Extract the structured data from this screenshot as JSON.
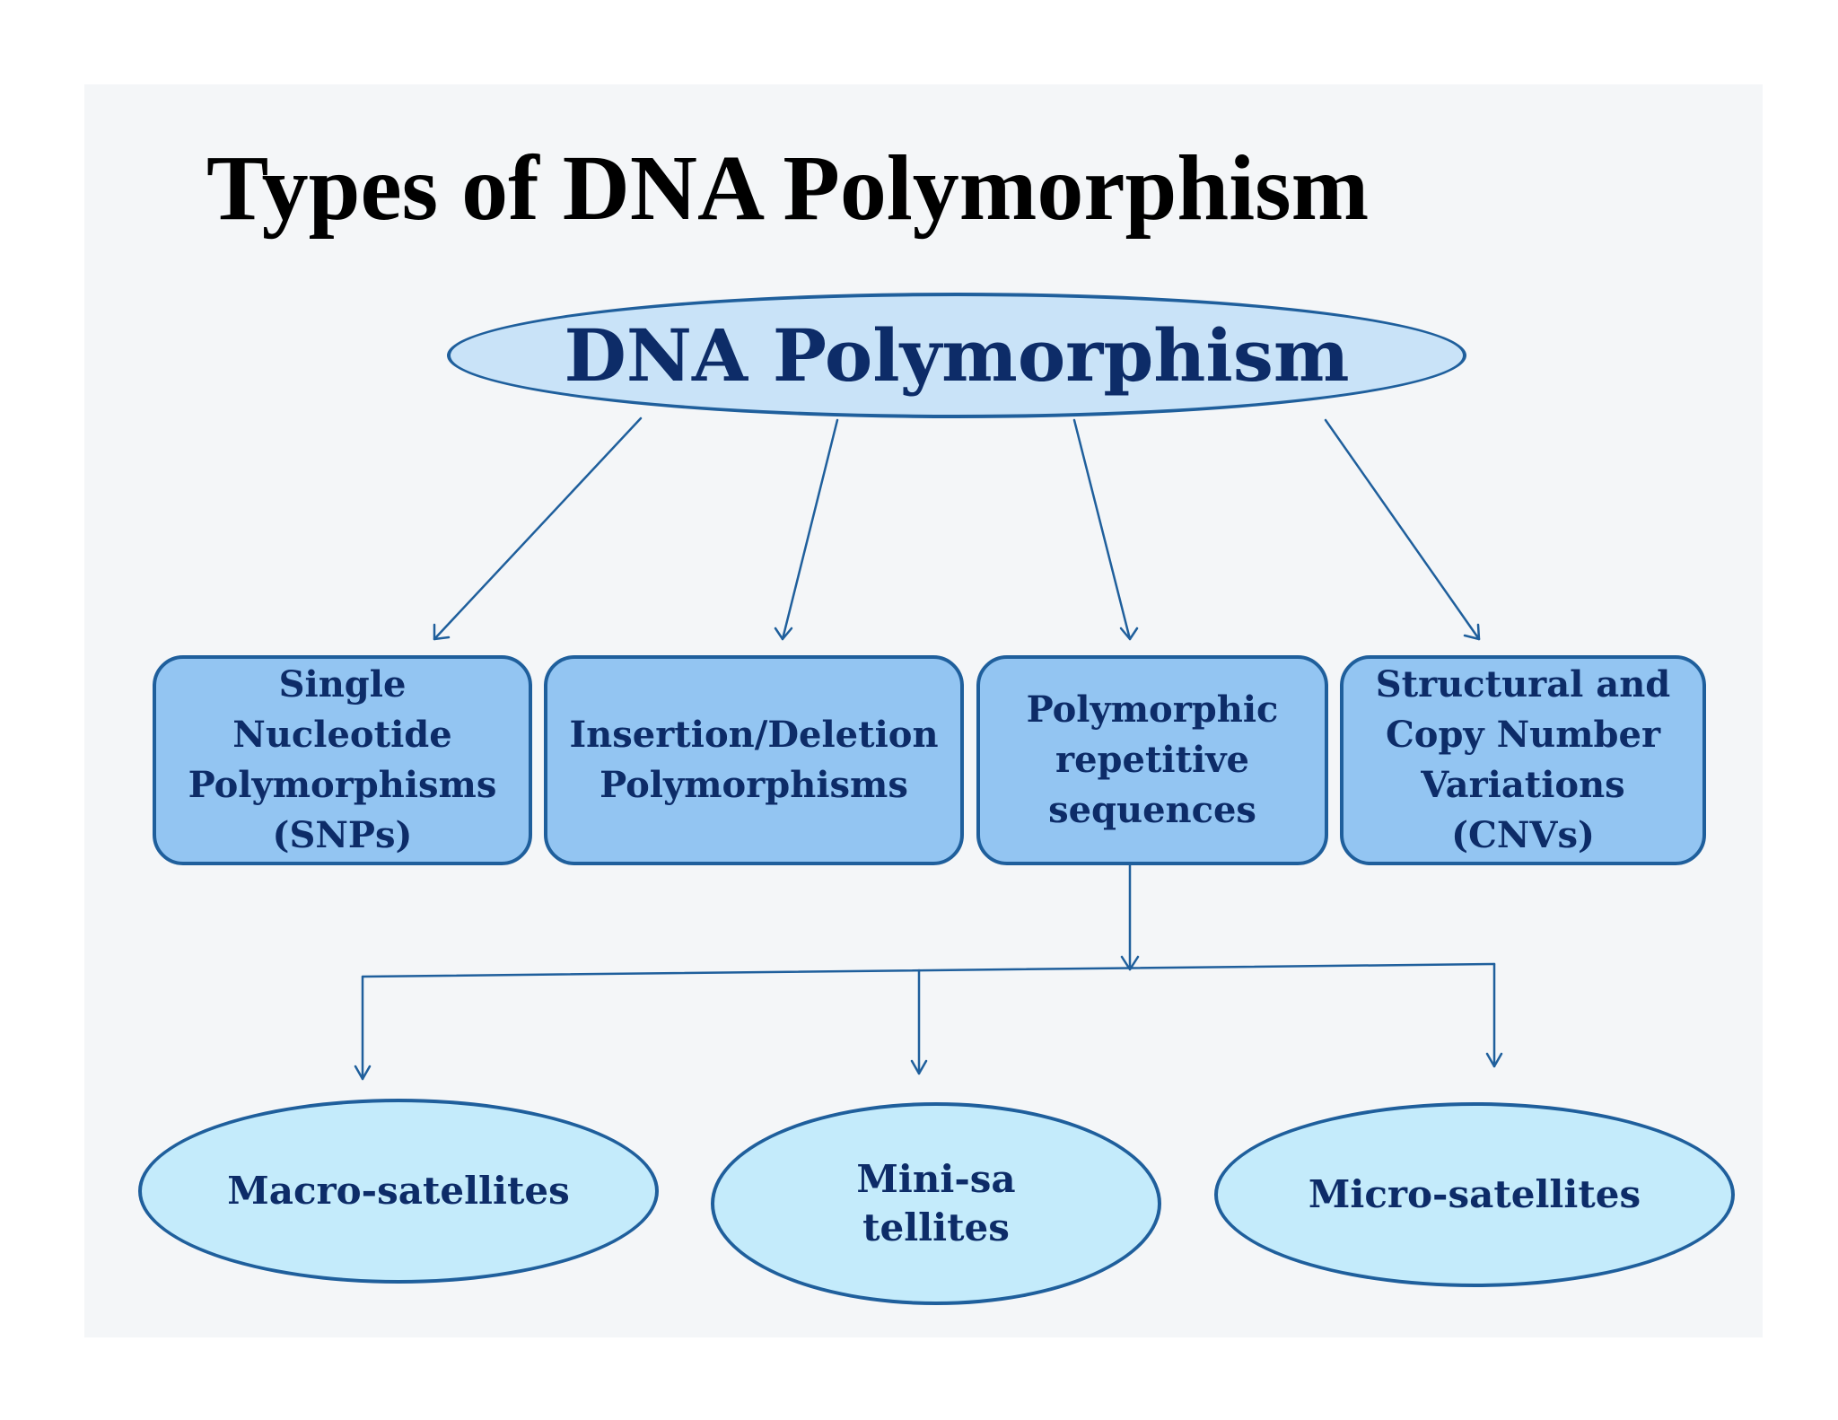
{
  "title": "Types of DNA Polymorphism",
  "root": "DNA Polymorphism",
  "categories": {
    "snp": "Single Nucleotide Polymorphisms (SNPs)",
    "indel": "Insertion/Deletion Polymorphisms",
    "repetitive": "Polymorphic repetitive sequences",
    "cnv": "Structural and Copy Number Variations (CNVs)"
  },
  "repeat_types": {
    "macro": "Macro-satellites",
    "mini": "Mini-satellites",
    "micro": "Micro-satellites"
  },
  "colors": {
    "border": "#1f5f9c",
    "text": "#0d2c68",
    "root_fill": "#c9e3f8",
    "box_fill": "#93c5f2",
    "leaf_fill": "#c4ebfb",
    "connector": "#1f5f9c"
  }
}
